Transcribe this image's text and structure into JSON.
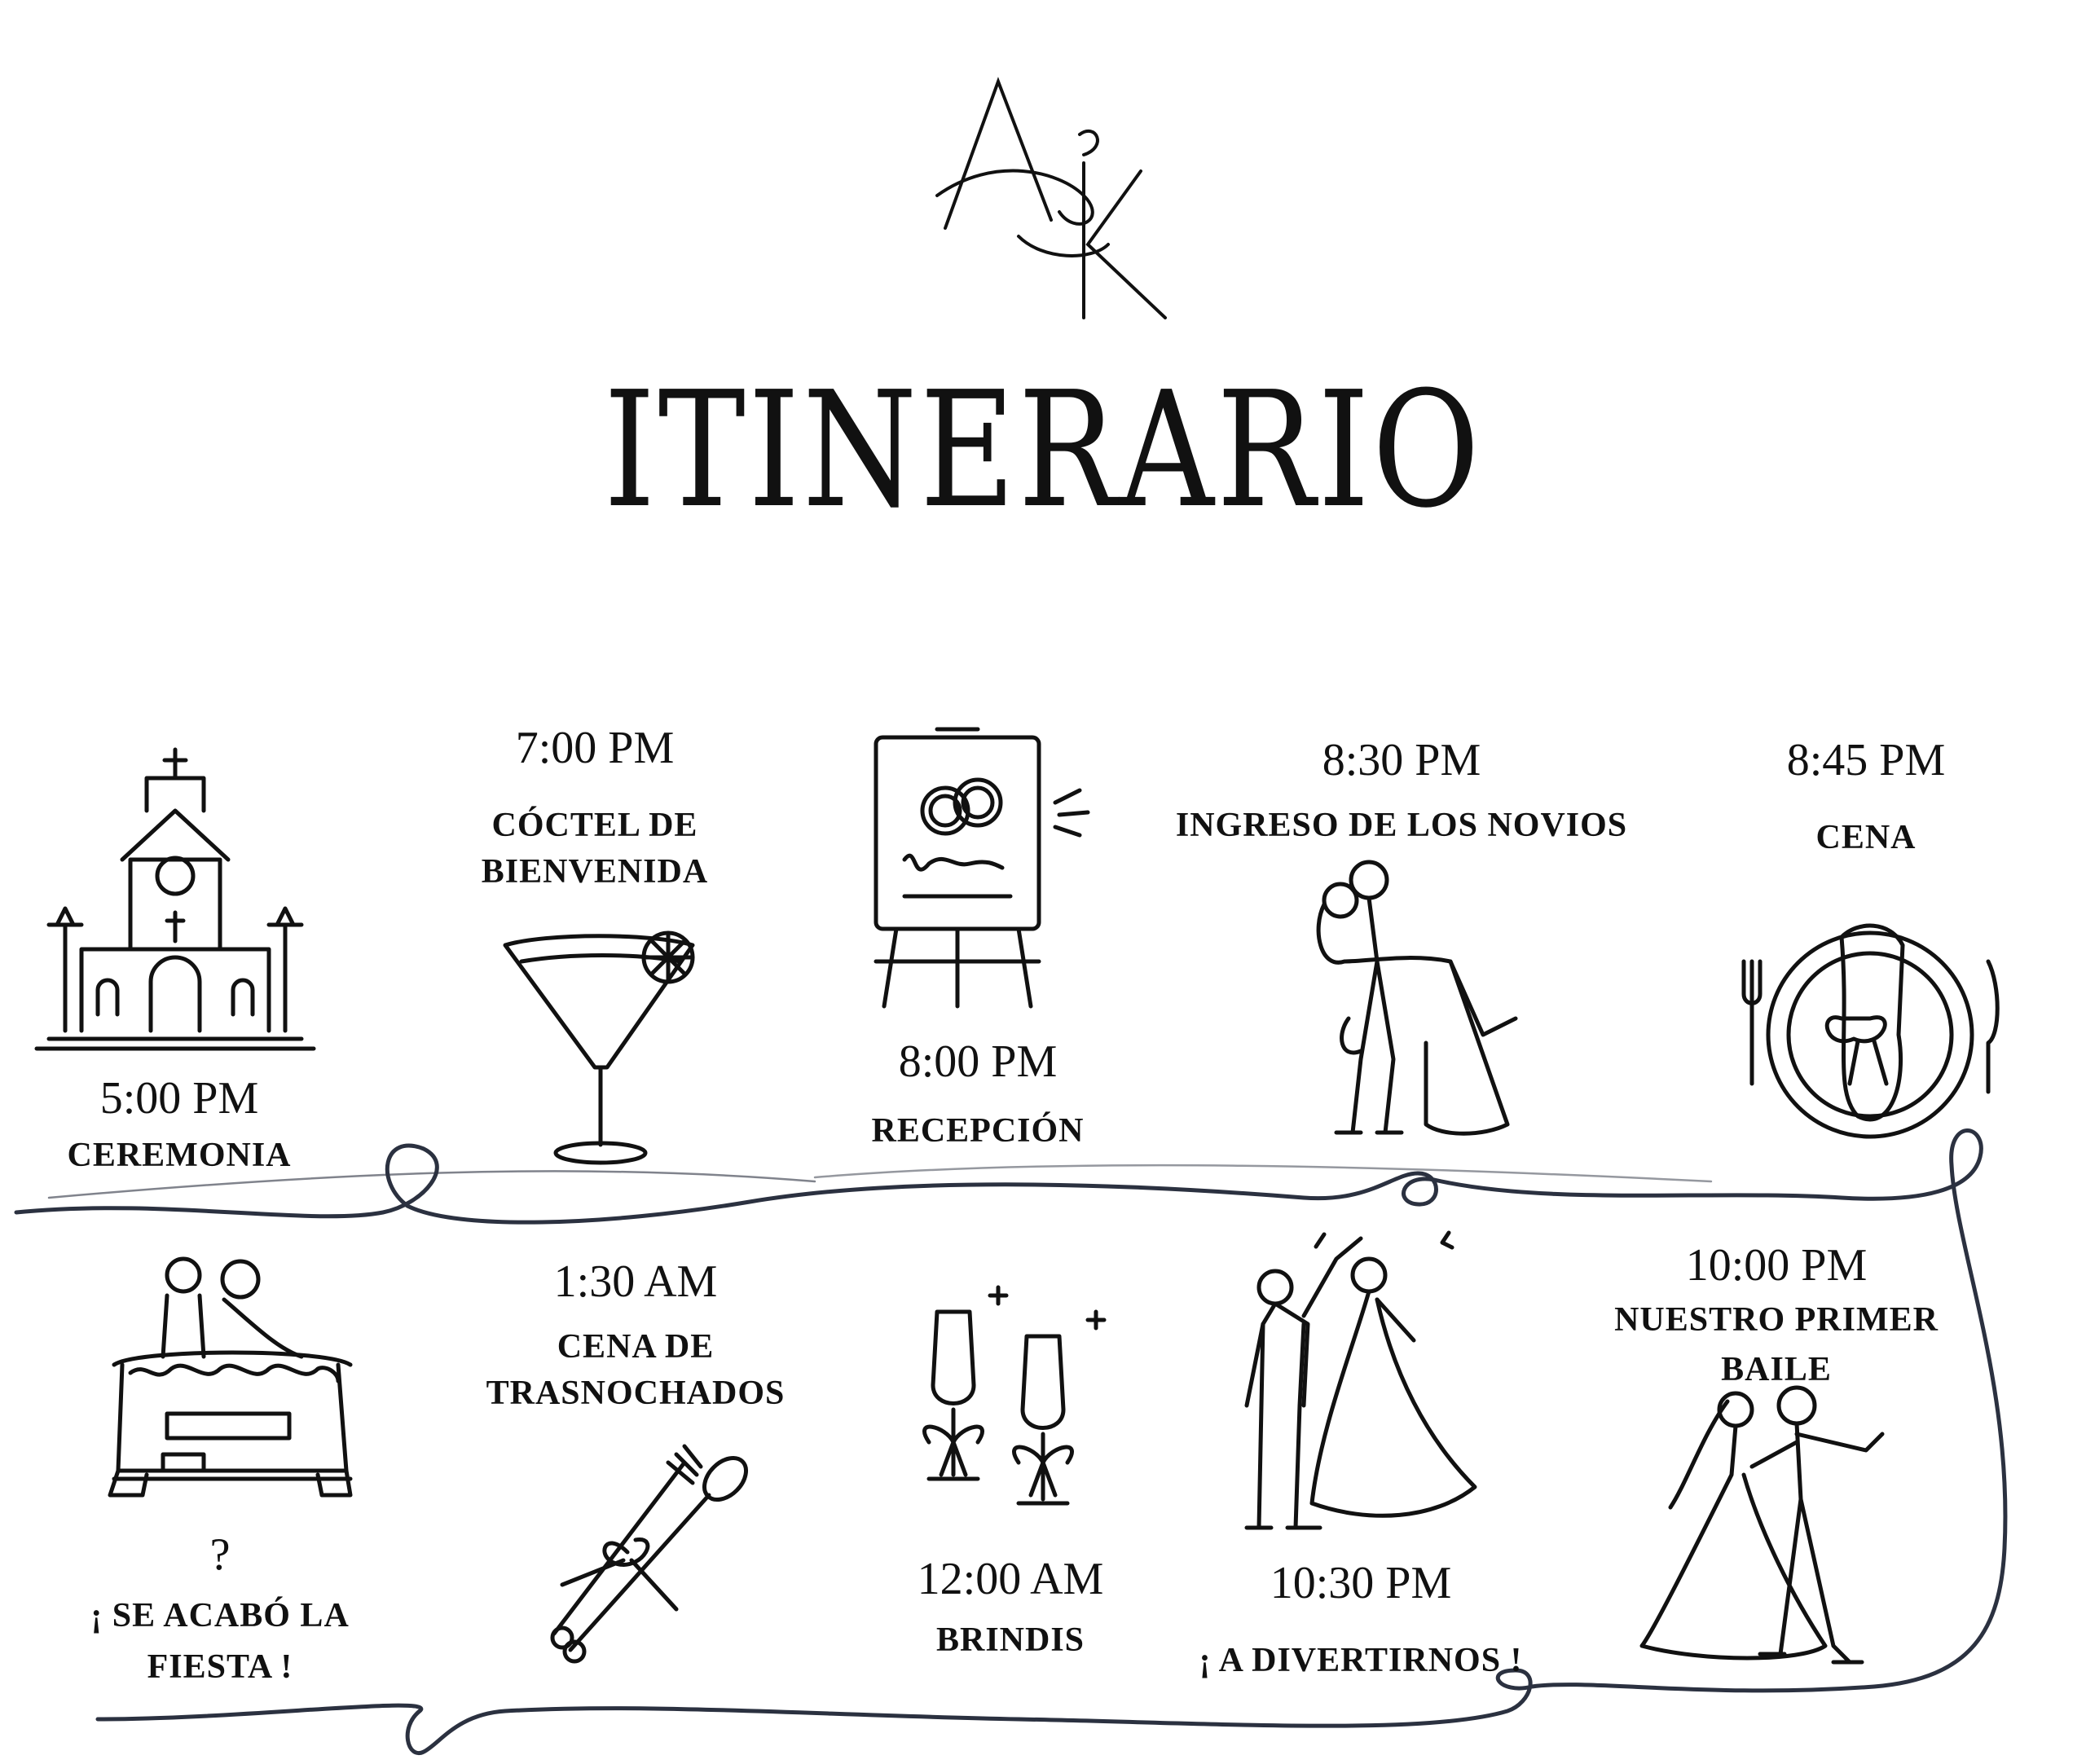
{
  "header": {
    "monogram": "AK",
    "title": "ITINERARIO"
  },
  "events": [
    {
      "id": "ceremonia",
      "time": "5:00 PM",
      "label": "CEREMONIA",
      "icon": "church-icon"
    },
    {
      "id": "coctel",
      "time": "7:00 PM",
      "label_lines": [
        "CÓCTEL DE",
        "BIENVENIDA"
      ],
      "icon": "martini-icon"
    },
    {
      "id": "recepcion",
      "time": "8:00 PM",
      "label": "RECEPCIÓN",
      "icon": "easel-sign-icon"
    },
    {
      "id": "ingreso",
      "time": "8:30 PM",
      "label": "INGRESO DE LOS NOVIOS",
      "icon": "couple-carry-icon"
    },
    {
      "id": "cena",
      "time": "8:45 PM",
      "label": "CENA",
      "icon": "place-setting-icon"
    },
    {
      "id": "baile",
      "time": "10:00 PM",
      "label_lines": [
        "NUESTRO PRIMER",
        "BAILE"
      ],
      "icon": "couple-dance-icon"
    },
    {
      "id": "divertirnos",
      "time": "10:30 PM",
      "label": "¡ A DIVERTIRNOS !",
      "icon": "couple-party-icon"
    },
    {
      "id": "brindis",
      "time": "12:00 AM",
      "label": "BRINDIS",
      "icon": "champagne-glasses-icon"
    },
    {
      "id": "trasnochados",
      "time": "1:30 AM",
      "label_lines": [
        "CENA DE",
        "TRASNOCHADOS"
      ],
      "icon": "fork-spoon-icon"
    },
    {
      "id": "fin",
      "time": "?",
      "label_lines": [
        "¡ SE ACABÓ LA",
        "FIESTA !"
      ],
      "icon": "getaway-car-icon"
    }
  ],
  "colors": {
    "ink": "#111111",
    "ribbon": "#2b3140",
    "background": "#ffffff"
  }
}
